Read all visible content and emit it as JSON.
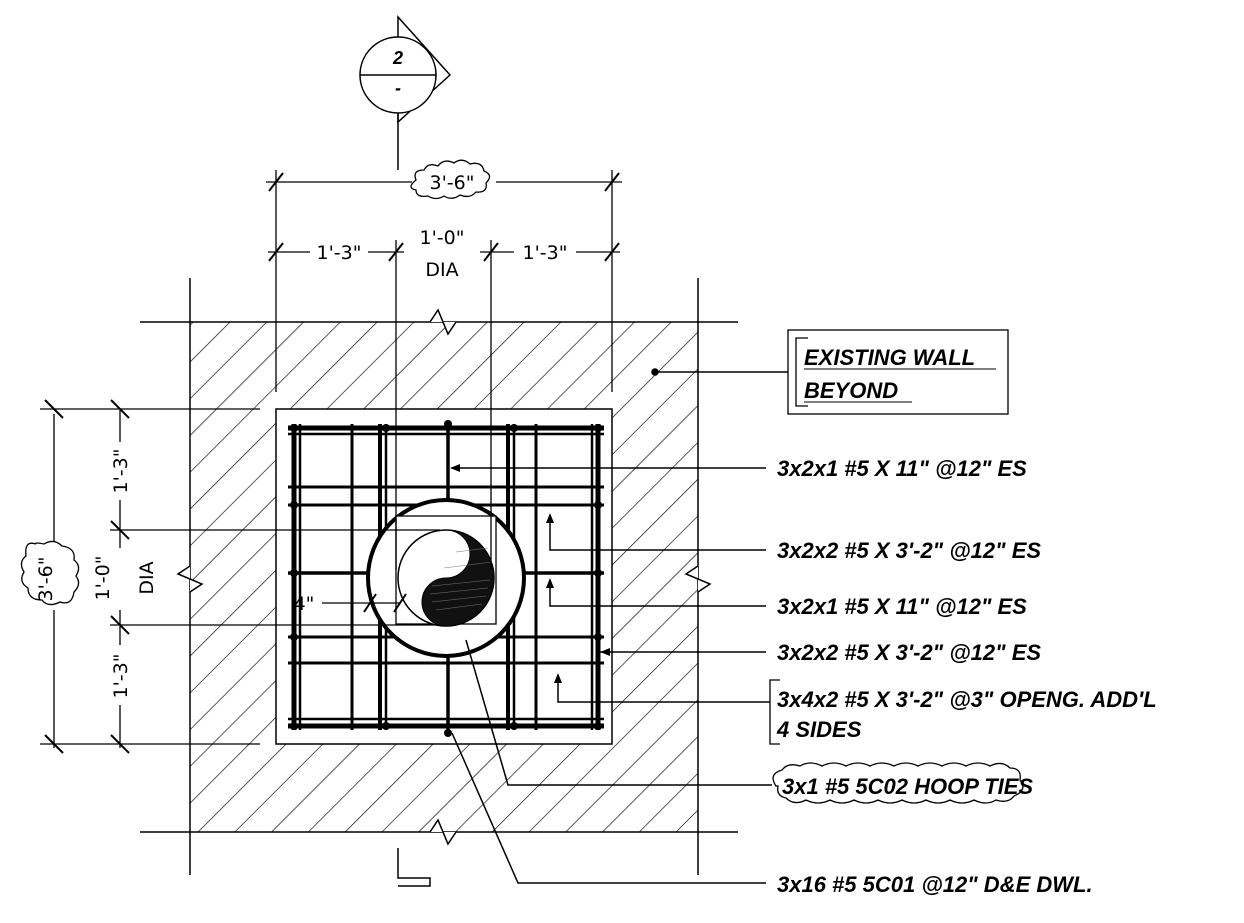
{
  "section_marker": {
    "number": "2",
    "sheet": "-"
  },
  "dimensions": {
    "overall_width": "3'-6\"",
    "left_width": "1'-3\"",
    "center_width": "1'-0\"",
    "center_width_suffix": "DIA",
    "right_width": "1'-3\"",
    "overall_height": "3'-6\"",
    "top_height": "1'-3\"",
    "center_height": "1'-0\"",
    "center_height_suffix": "DIA",
    "bottom_height": "1'-3\"",
    "clearance": "4\""
  },
  "callouts": {
    "existing_wall_line1": "EXISTING WALL",
    "existing_wall_line2": "BEYOND",
    "bar1": "3x2x1 #5 X 11\" @12\" ES",
    "bar2": "3x2x2 #5 X 3'-2\" @12\" ES",
    "bar3": "3x2x1 #5 X 11\" @12\" ES",
    "bar4": "3x2x2 #5 X 3'-2\" @12\" ES",
    "opening_line1": "3x4x2 #5 X 3'-2\" @3\" OPENG. ADD'L",
    "opening_line2": "4 SIDES",
    "hoop_ties": "3x1 #5 5C02  HOOP TIES",
    "dowels": "3x16 #5 5C01 @12\" D&E DWL."
  }
}
